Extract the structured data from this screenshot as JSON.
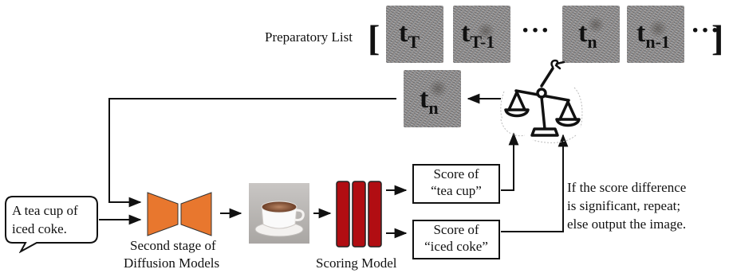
{
  "preparatory_list": {
    "label": "Preparatory List",
    "open_bracket": "[",
    "close_bracket": "]",
    "items": [
      {
        "main": "t",
        "sub": "T"
      },
      {
        "main": "t",
        "sub": "T-1"
      },
      {
        "main": "t",
        "sub": "n"
      },
      {
        "main": "t",
        "sub": "n-1"
      }
    ],
    "ellipsis": "···"
  },
  "selected_item": {
    "main": "t",
    "sub": "n"
  },
  "prompt": {
    "line1": "A tea cup of",
    "line2": "iced coke."
  },
  "diffusion": {
    "line1": "Second stage of",
    "line2": "Diffusion Models"
  },
  "scoring": {
    "label": "Scoring Model"
  },
  "score_a": {
    "line1": "Score of",
    "line2": "“tea cup”"
  },
  "score_b": {
    "line1": "Score of",
    "line2": "“iced coke”"
  },
  "decision": {
    "line1": "If the score difference",
    "line2": "is significant, repeat;",
    "line3": "else output the image."
  },
  "colors": {
    "diffusion": "#e8772e",
    "scoring": "#b10d12"
  }
}
